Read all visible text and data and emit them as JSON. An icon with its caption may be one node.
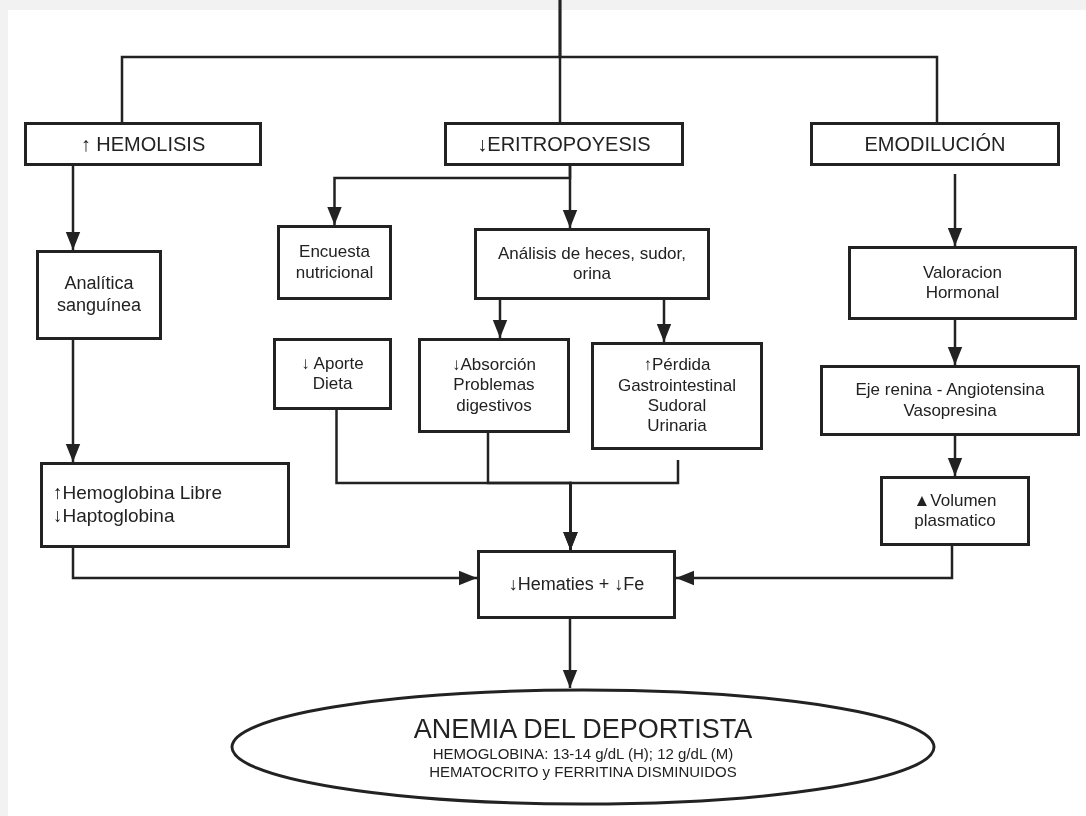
{
  "diagram": {
    "nodes": [
      {
        "text": [
          "↑ HEMOLISIS"
        ]
      },
      {
        "text": [
          "↓ERITROPOYESIS"
        ]
      },
      {
        "text": [
          "EMODILUCIÓN"
        ]
      },
      {
        "text": [
          "Analítica sanguínea"
        ]
      },
      {
        "text": [
          "↑Hemoglobina Libre",
          "↓Haptoglobina"
        ]
      },
      {
        "text": [
          "Encuesta nutricional"
        ]
      },
      {
        "text": [
          "Análisis de heces, sudor, orina"
        ]
      },
      {
        "text": [
          "↓ Aporte Dieta"
        ]
      },
      {
        "text": [
          "↓Absorción Problemas digestivos"
        ]
      },
      {
        "text": [
          "↑Pérdida Gastrointestinal Sudoral Urinaria"
        ]
      },
      {
        "text": [
          "Valoracion Hormonal"
        ]
      },
      {
        "text": [
          "Eje renina - Angiotensina Vasopresina"
        ]
      },
      {
        "text": [
          "▲Volumen plasmatico"
        ]
      },
      {
        "text": [
          "↓Hematies + ↓Fe"
        ]
      },
      {
        "text": [
          "ANEMIA DEL DEPORTISTA",
          "HEMOGLOBINA: 13-14 g/dL (H); 12 g/dL (M)",
          "HEMATOCRITO y FERRITINA DISMINUIDOS"
        ]
      }
    ],
    "edges": [
      {
        "from": null,
        "to": 0,
        "arrow": "none"
      },
      {
        "from": null,
        "to": 1,
        "arrow": "none"
      },
      {
        "from": null,
        "to": 2,
        "arrow": "none"
      },
      {
        "from": 0,
        "to": 3,
        "arrow": "to"
      },
      {
        "from": 3,
        "to": 4,
        "arrow": "to"
      },
      {
        "from": 1,
        "to": 5,
        "arrow": "to"
      },
      {
        "from": 1,
        "to": 6,
        "arrow": "to"
      },
      {
        "from": 6,
        "to": 8,
        "arrow": "to"
      },
      {
        "from": 6,
        "to": 9,
        "arrow": "to"
      },
      {
        "from": 2,
        "to": 10,
        "arrow": "to"
      },
      {
        "from": 10,
        "to": 11,
        "arrow": "to"
      },
      {
        "from": 11,
        "to": 12,
        "arrow": "to"
      },
      {
        "from": 7,
        "to": 13,
        "arrow": "to"
      },
      {
        "from": 8,
        "to": 13,
        "arrow": "to"
      },
      {
        "from": 9,
        "to": 13,
        "arrow": "to"
      },
      {
        "from": 4,
        "to": 13,
        "arrow": "to"
      },
      {
        "from": 12,
        "to": 13,
        "arrow": "to"
      },
      {
        "from": 13,
        "to": 14,
        "arrow": "to"
      }
    ]
  }
}
